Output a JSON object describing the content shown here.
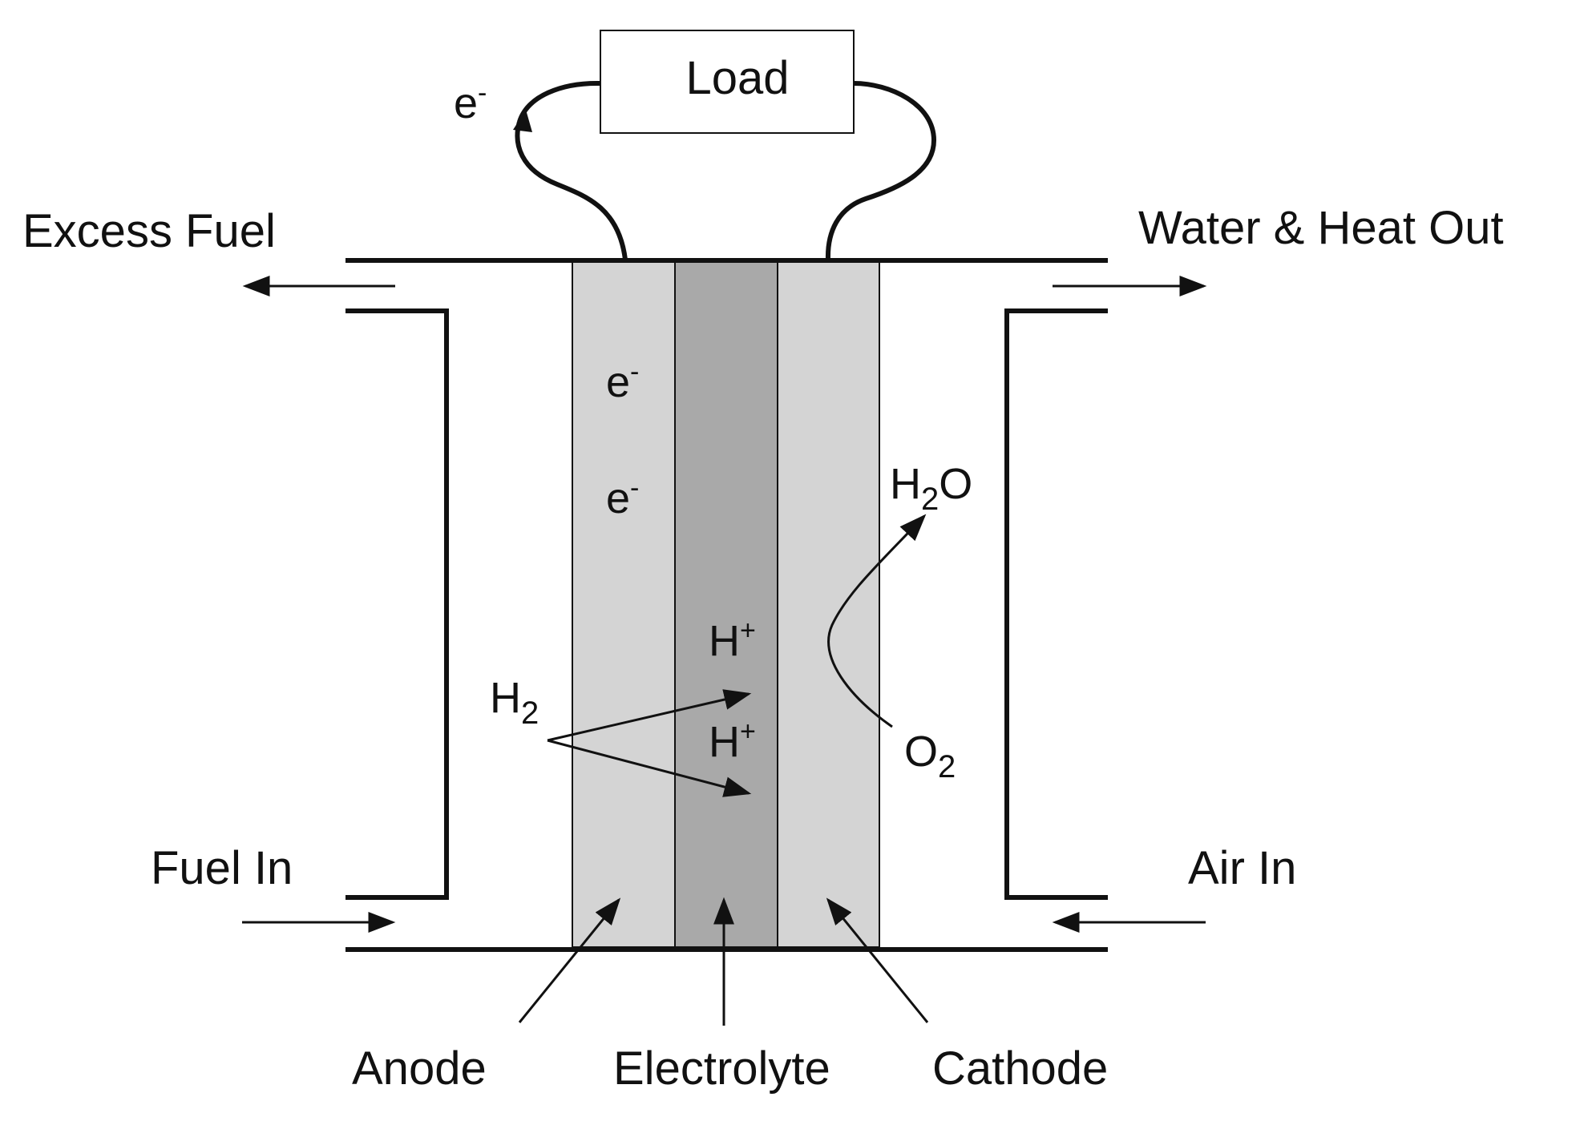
{
  "diagram": {
    "load_label": "Load",
    "external_electron": {
      "base": "e",
      "sup": "-"
    },
    "excess_fuel": "Excess Fuel",
    "water_heat_out": "Water & Heat Out",
    "fuel_in": "Fuel In",
    "air_in": "Air In",
    "anode_electron_1": {
      "base": "e",
      "sup": "-"
    },
    "anode_electron_2": {
      "base": "e",
      "sup": "-"
    },
    "proton_1": {
      "base": "H",
      "sup": "+"
    },
    "proton_2": {
      "base": "H",
      "sup": "+"
    },
    "hydrogen": {
      "base": "H",
      "sub": "2"
    },
    "water": {
      "base": "H",
      "sub": "2",
      "tail": "O"
    },
    "oxygen": {
      "base": "O",
      "sub": "2"
    },
    "anode_label": "Anode",
    "electrolyte_label": "Electrolyte",
    "cathode_label": "Cathode"
  },
  "colors": {
    "anode_fill": "#d4d4d4",
    "electrolyte_fill": "#a9a9a9",
    "cathode_fill": "#d4d4d4",
    "line": "#111111"
  }
}
